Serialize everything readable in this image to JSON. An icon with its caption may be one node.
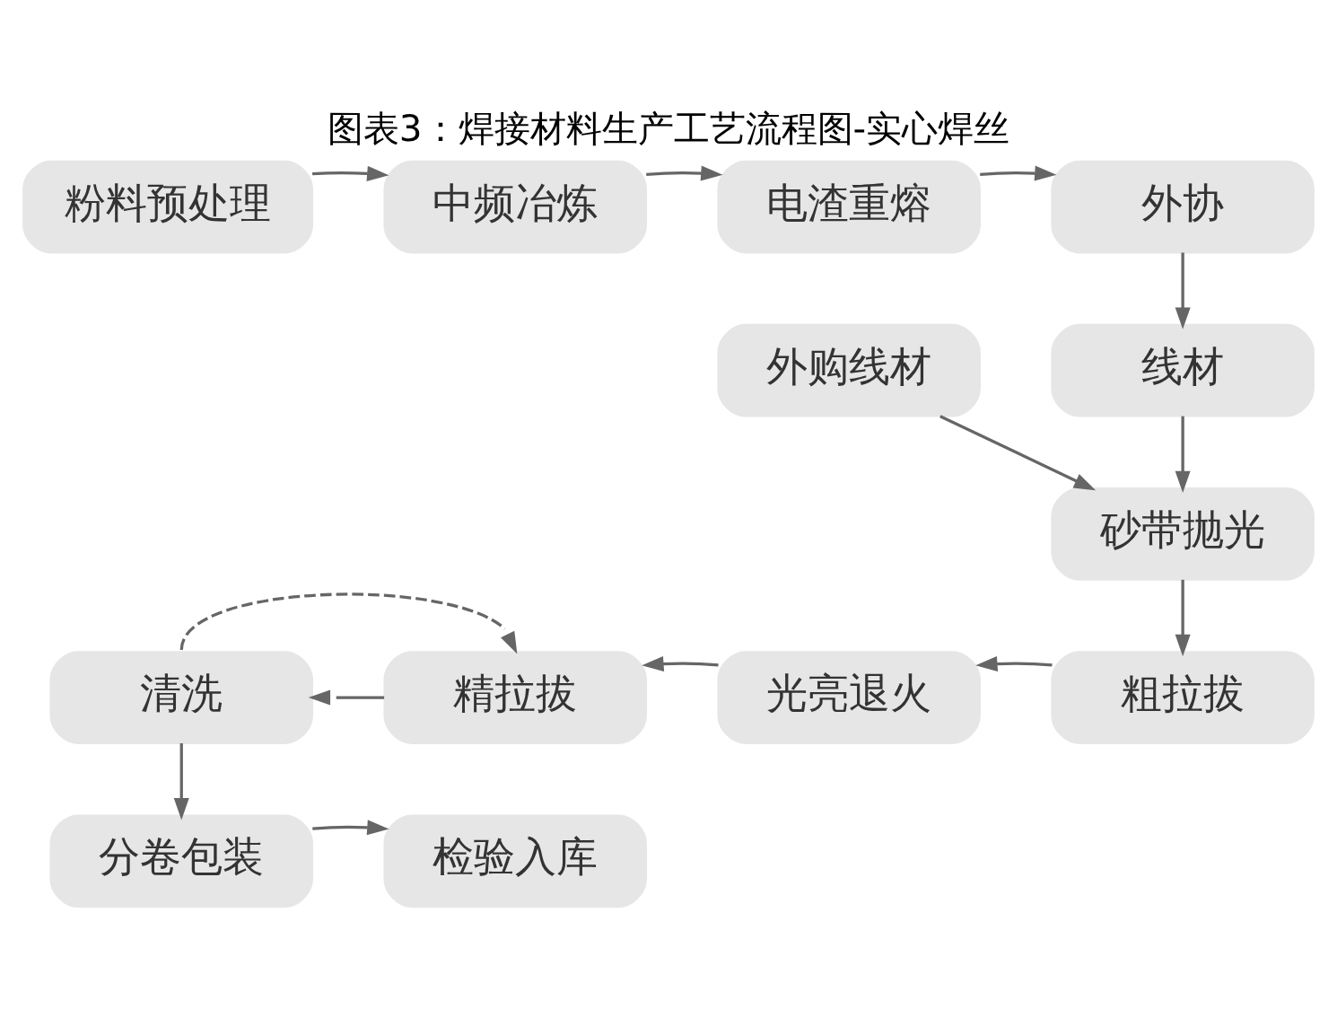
{
  "diagram": {
    "title": "图表3：焊接材料生产工艺流程图-实心焊丝",
    "nodes": [
      {
        "text": [
          "粉料预处理"
        ]
      },
      {
        "text": [
          "中频冶炼"
        ]
      },
      {
        "text": [
          "电渣重熔"
        ]
      },
      {
        "text": [
          "外协"
        ]
      },
      {
        "text": [
          "外购线材"
        ]
      },
      {
        "text": [
          "线材"
        ]
      },
      {
        "text": [
          "砂带抛光"
        ]
      },
      {
        "text": [
          "清洗"
        ]
      },
      {
        "text": [
          "精拉拔"
        ]
      },
      {
        "text": [
          "光亮退火"
        ]
      },
      {
        "text": [
          "粗拉拔"
        ]
      },
      {
        "text": [
          "分卷包装"
        ]
      },
      {
        "text": [
          "检验入库"
        ]
      }
    ],
    "edges": [
      {
        "from": 0,
        "to": 1,
        "arrow": "to"
      },
      {
        "from": 1,
        "to": 2,
        "arrow": "to"
      },
      {
        "from": 2,
        "to": 3,
        "arrow": "to"
      },
      {
        "from": 3,
        "to": 5,
        "arrow": "to"
      },
      {
        "from": 4,
        "to": 6,
        "arrow": "to"
      },
      {
        "from": 5,
        "to": 6,
        "arrow": "to"
      },
      {
        "from": 6,
        "to": 10,
        "arrow": "to"
      },
      {
        "from": 10,
        "to": 9,
        "arrow": "to"
      },
      {
        "from": 9,
        "to": 8,
        "arrow": "to"
      },
      {
        "from": 8,
        "to": 7,
        "arrow": "to"
      },
      {
        "from": 7,
        "to": 8,
        "arrow": "to",
        "style": "dashed"
      },
      {
        "from": 7,
        "to": 11,
        "arrow": "to"
      },
      {
        "from": 11,
        "to": 12,
        "arrow": "to"
      }
    ]
  }
}
